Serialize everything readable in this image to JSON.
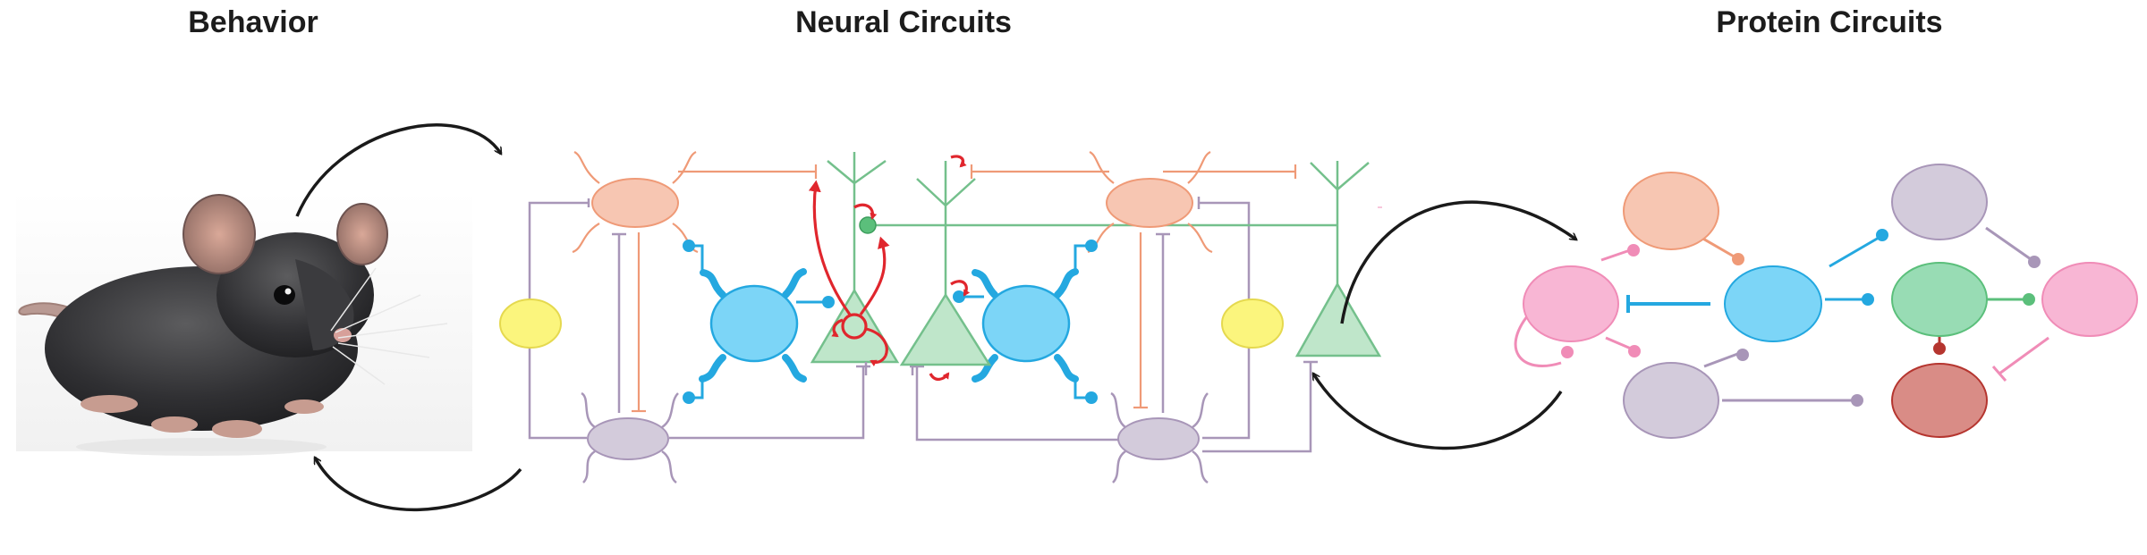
{
  "titles": {
    "behavior": "Behavior",
    "neural": "Neural Circuits",
    "protein": "Protein Circuits"
  },
  "colors": {
    "interneuron_orange": "#f7c6b2",
    "interneuron_lilac": "#d3cbdb",
    "basket_blue": "#7cd5f7",
    "yellow_cell": "#fbf57d",
    "pyramidal_green": "#bfe6ca",
    "feedback_red": "#e0262d",
    "protein_pink": "#f8b6d4",
    "protein_green": "#98dcb4",
    "protein_red": "#d98c86"
  },
  "icons": {
    "mouse": "mouse-photo",
    "cycle_arrows": "curved-arrow"
  }
}
